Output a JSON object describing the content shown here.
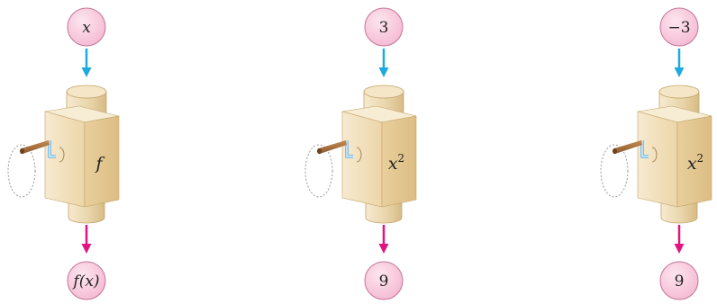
{
  "colors": {
    "input_arrow": "#1ea9e0",
    "output_arrow": "#e0157f",
    "ball_fill": "#f9cde0",
    "ball_stroke": "#c47497",
    "box_front": "#f3e2bf",
    "box_side": "#e3c791",
    "cylinder": "#ecdcb4",
    "crank_handle": "#a9713e",
    "crank_bar": "#7fbde6"
  },
  "machines": [
    {
      "input": "x",
      "input_italic": true,
      "function": "f",
      "function_italic": true,
      "function_exponent": "",
      "output": "f(x)",
      "output_italic": true
    },
    {
      "input": "3",
      "input_italic": false,
      "function": "x",
      "function_italic": true,
      "function_exponent": "2",
      "output": "9",
      "output_italic": false
    },
    {
      "input": "−3",
      "input_italic": false,
      "function": "x",
      "function_italic": true,
      "function_exponent": "2",
      "output": "9",
      "output_italic": false
    }
  ]
}
